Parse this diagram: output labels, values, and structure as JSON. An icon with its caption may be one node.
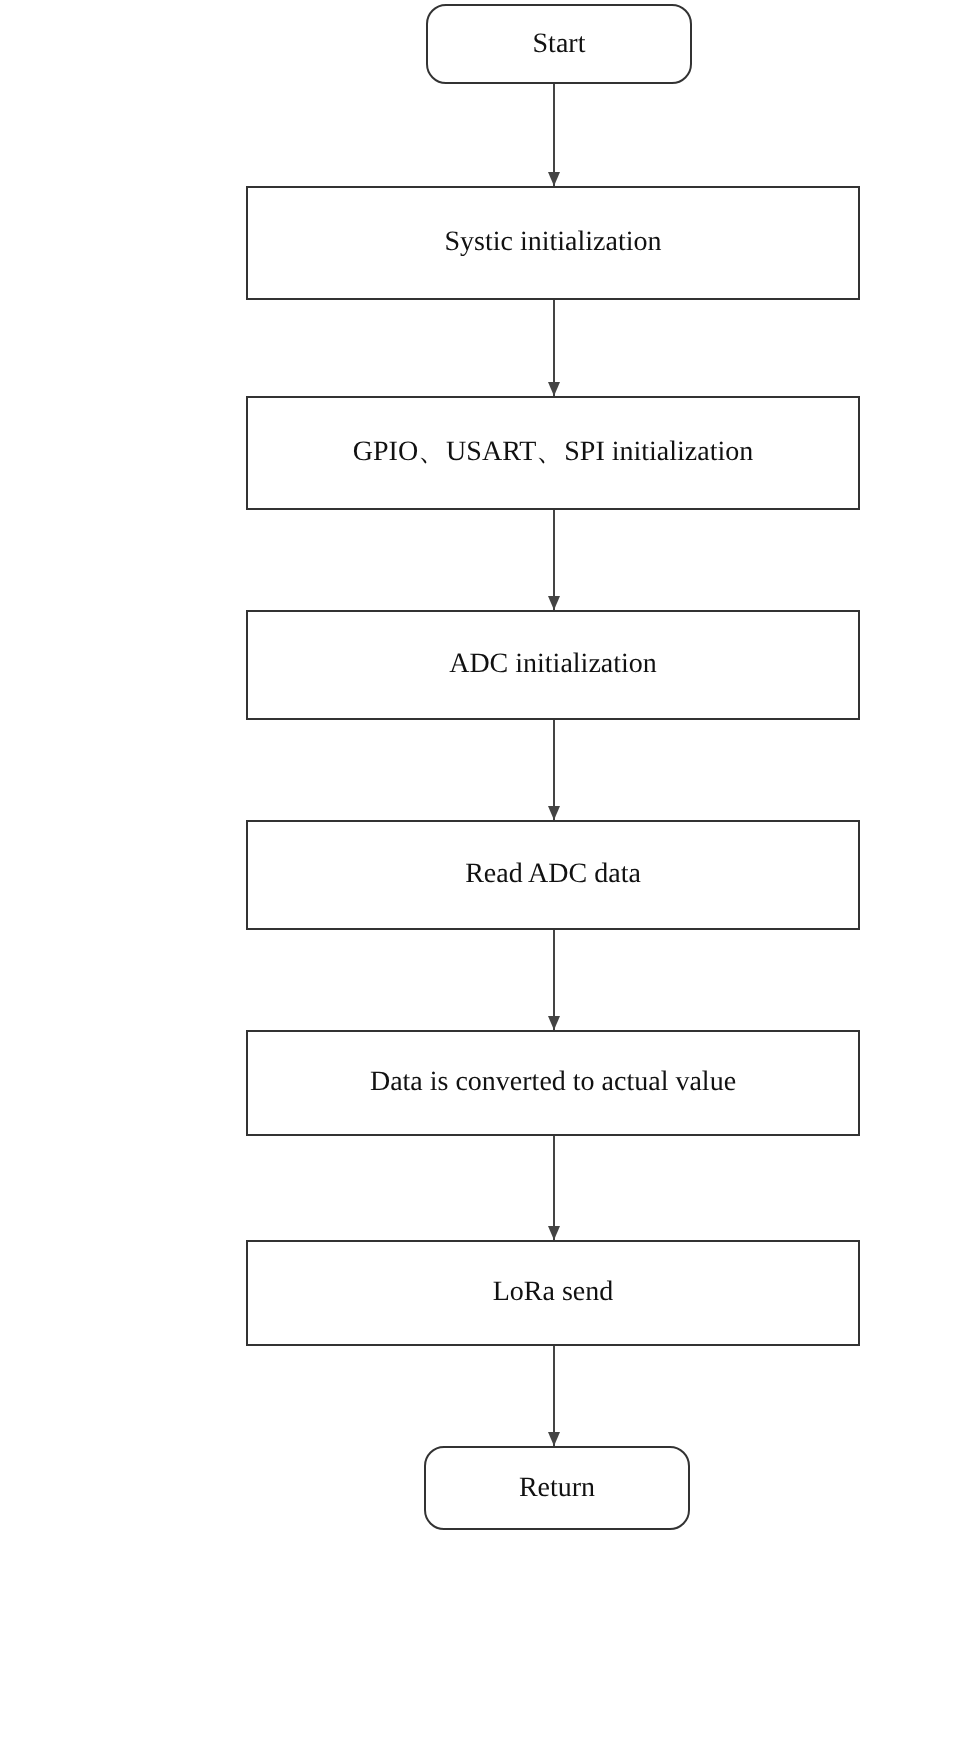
{
  "diagram": {
    "nodes": [
      {
        "text": [
          "Start"
        ]
      },
      {
        "text": [
          "Systic initialization"
        ]
      },
      {
        "text": [
          "GPIO、USART、SPI initialization"
        ]
      },
      {
        "text": [
          "ADC initialization"
        ]
      },
      {
        "text": [
          "Read ADC data"
        ]
      },
      {
        "text": [
          "Data is converted to actual value"
        ]
      },
      {
        "text": [
          "LoRa send"
        ]
      },
      {
        "text": [
          "Return"
        ]
      }
    ],
    "edges": [
      {
        "from": 0,
        "to": 1,
        "arrow": "to"
      },
      {
        "from": 1,
        "to": 2,
        "arrow": "to"
      },
      {
        "from": 2,
        "to": 3,
        "arrow": "to"
      },
      {
        "from": 3,
        "to": 4,
        "arrow": "to"
      },
      {
        "from": 4,
        "to": 5,
        "arrow": "to"
      },
      {
        "from": 5,
        "to": 6,
        "arrow": "to"
      },
      {
        "from": 6,
        "to": 7,
        "arrow": "to"
      }
    ]
  }
}
